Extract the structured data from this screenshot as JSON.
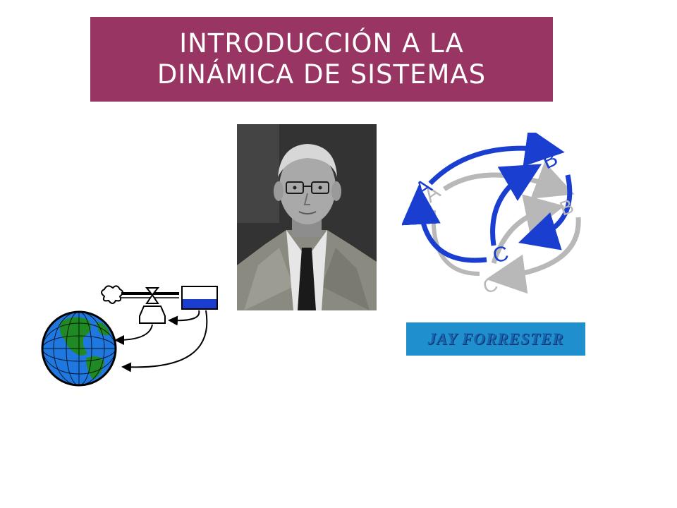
{
  "slide": {
    "title_line1": "INTRODUCCIÓN A LA",
    "title_line2": "DINÁMICA DE SISTEMAS",
    "title_bg_color": "#983563",
    "name_label": "JAY FORRESTER",
    "name_bg_color": "#1f8fce"
  },
  "loop_diagram": {
    "front_labels": [
      "A",
      "B",
      "C"
    ],
    "back_labels": [
      "A",
      "B",
      "C"
    ],
    "front_color": "#1a3fd0",
    "back_color": "#b8b8b8"
  },
  "icons": [
    "portrait-photo",
    "causal-loop-diagram",
    "globe-icon",
    "stock-flow-diagram"
  ]
}
